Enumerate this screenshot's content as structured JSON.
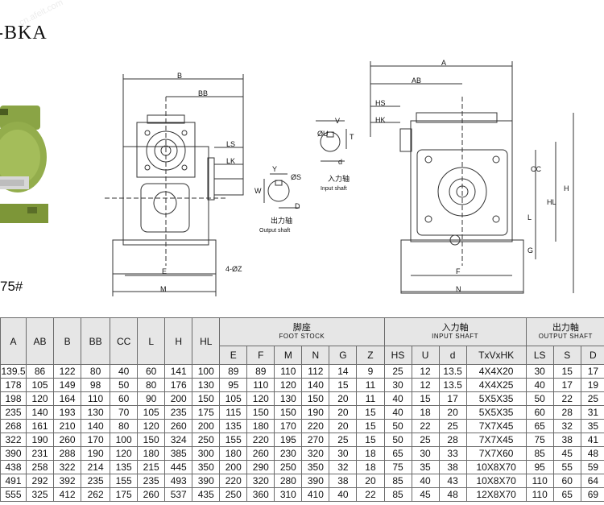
{
  "title": "-BKA",
  "watermark": "cn.afeit.com",
  "photo_caption": "75#",
  "drawing": {
    "side_labels": {
      "B": "B",
      "BB": "BB",
      "LS": "LS",
      "LK": "LK",
      "M": "M",
      "E": "E",
      "Z": "4-ØZ"
    },
    "shaft_labels": {
      "Y": "Y",
      "W": "W",
      "S": "ØS",
      "D": "D",
      "U": "ØU",
      "V": "V",
      "T": "T",
      "d": "d"
    },
    "output_cn": "出力轴",
    "output_en": "Output shaft",
    "input_cn": "入力轴",
    "input_en": "Input shaft",
    "front_labels": {
      "A": "A",
      "AB": "AB",
      "HS": "HS",
      "HK": "HK",
      "CC": "CC",
      "HL": "HL",
      "H": "H",
      "L": "L",
      "G": "G",
      "F": "F",
      "N": "N"
    }
  },
  "table": {
    "group_foot_cn": "脚座",
    "group_foot_en": "FOOT STOCK",
    "group_input_cn": "入力軸",
    "group_input_en": "INPUT SHAFT",
    "group_output_cn": "出力軸",
    "group_output_en": "OUTPUT SHAFT",
    "headers": [
      "A",
      "AB",
      "B",
      "BB",
      "CC",
      "L",
      "H",
      "HL",
      "E",
      "F",
      "M",
      "N",
      "G",
      "Z",
      "HS",
      "U",
      "d",
      "TxVxHK",
      "LS",
      "S",
      "D"
    ],
    "rows": [
      [
        "139.5",
        "86",
        "122",
        "80",
        "40",
        "60",
        "141",
        "100",
        "89",
        "89",
        "110",
        "112",
        "14",
        "9",
        "25",
        "12",
        "13.5",
        "4X4X20",
        "30",
        "15",
        "17"
      ],
      [
        "178",
        "105",
        "149",
        "98",
        "50",
        "80",
        "176",
        "130",
        "95",
        "110",
        "120",
        "140",
        "15",
        "11",
        "30",
        "12",
        "13.5",
        "4X4X25",
        "40",
        "17",
        "19"
      ],
      [
        "198",
        "120",
        "164",
        "110",
        "60",
        "90",
        "200",
        "150",
        "105",
        "120",
        "130",
        "150",
        "20",
        "11",
        "40",
        "15",
        "17",
        "5X5X35",
        "50",
        "22",
        "25"
      ],
      [
        "235",
        "140",
        "193",
        "130",
        "70",
        "105",
        "235",
        "175",
        "115",
        "150",
        "150",
        "190",
        "20",
        "15",
        "40",
        "18",
        "20",
        "5X5X35",
        "60",
        "28",
        "31"
      ],
      [
        "268",
        "161",
        "210",
        "140",
        "80",
        "120",
        "260",
        "200",
        "135",
        "180",
        "170",
        "220",
        "20",
        "15",
        "50",
        "22",
        "25",
        "7X7X45",
        "65",
        "32",
        "35"
      ],
      [
        "322",
        "190",
        "260",
        "170",
        "100",
        "150",
        "324",
        "250",
        "155",
        "220",
        "195",
        "270",
        "25",
        "15",
        "50",
        "25",
        "28",
        "7X7X45",
        "75",
        "38",
        "41"
      ],
      [
        "390",
        "231",
        "288",
        "190",
        "120",
        "180",
        "385",
        "300",
        "180",
        "260",
        "230",
        "320",
        "30",
        "18",
        "65",
        "30",
        "33",
        "7X7X60",
        "85",
        "45",
        "48"
      ],
      [
        "438",
        "258",
        "322",
        "214",
        "135",
        "215",
        "445",
        "350",
        "200",
        "290",
        "250",
        "350",
        "32",
        "18",
        "75",
        "35",
        "38",
        "10X8X70",
        "95",
        "55",
        "59"
      ],
      [
        "491",
        "292",
        "392",
        "235",
        "155",
        "235",
        "493",
        "390",
        "220",
        "320",
        "280",
        "390",
        "38",
        "20",
        "85",
        "40",
        "43",
        "10X8X70",
        "110",
        "60",
        "64"
      ],
      [
        "555",
        "325",
        "412",
        "262",
        "175",
        "260",
        "537",
        "435",
        "250",
        "360",
        "310",
        "410",
        "40",
        "22",
        "85",
        "45",
        "48",
        "12X8X70",
        "110",
        "65",
        "69"
      ]
    ]
  }
}
